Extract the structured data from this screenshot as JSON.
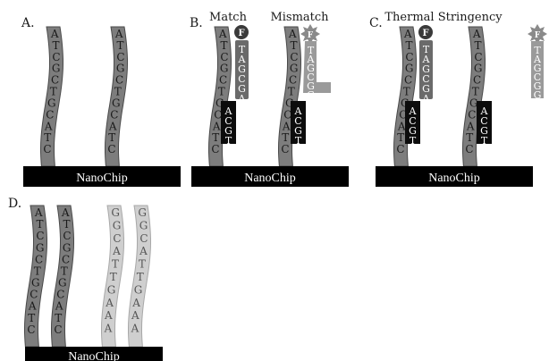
{
  "panels": [
    {
      "id": "A",
      "label": "A.",
      "chip_label": "NanoChip",
      "probes": [
        {
          "seq": [
            "A",
            "T",
            "C",
            "G",
            "C",
            "T",
            "G",
            "C",
            "A",
            "T",
            "C"
          ],
          "shade": "dark"
        },
        {
          "seq": [
            "A",
            "T",
            "C",
            "G",
            "C",
            "T",
            "G",
            "C",
            "A",
            "T",
            "C"
          ],
          "shade": "dark"
        }
      ],
      "captions": [],
      "targets": []
    },
    {
      "id": "B",
      "label": "B.",
      "chip_label": "NanoChip",
      "probes": [
        {
          "seq": [
            "A",
            "T",
            "C",
            "G",
            "C",
            "T",
            "G",
            "C",
            "A",
            "T",
            "C"
          ],
          "shade": "dark"
        },
        {
          "seq": [
            "A",
            "T",
            "C",
            "G",
            "C",
            "T",
            "G",
            "C",
            "A",
            "T",
            "C"
          ],
          "shade": "dark"
        }
      ],
      "captions": [
        "Match",
        "Mismatch"
      ],
      "targets": [
        {
          "label": "F",
          "seq": [
            "T",
            "A",
            "G",
            "C",
            "G",
            "A"
          ],
          "state": "bound"
        },
        {
          "label": "F",
          "seq": [
            "T",
            "A",
            "G",
            "C",
            "G",
            "G"
          ],
          "state": "mismatch"
        }
      ],
      "stabilizers": [
        {
          "seq": [
            "A",
            "C",
            "G",
            "T"
          ]
        },
        {
          "seq": [
            "A",
            "C",
            "G",
            "T"
          ]
        }
      ]
    },
    {
      "id": "C",
      "label": "C.",
      "chip_label": "NanoChip",
      "probes": [
        {
          "seq": [
            "A",
            "T",
            "C",
            "G",
            "C",
            "T",
            "G",
            "C",
            "A",
            "T",
            "C"
          ],
          "shade": "dark"
        },
        {
          "seq": [
            "A",
            "T",
            "C",
            "G",
            "C",
            "T",
            "G",
            "C",
            "A",
            "T",
            "C"
          ],
          "shade": "dark"
        }
      ],
      "captions": [
        "Thermal Stringency"
      ],
      "targets": [
        {
          "label": "F",
          "seq": [
            "T",
            "A",
            "G",
            "C",
            "G",
            "A"
          ],
          "state": "bound"
        },
        {
          "label": "F",
          "seq": [
            "T",
            "A",
            "G",
            "C",
            "G",
            "G"
          ],
          "state": "released"
        }
      ],
      "stabilizers": [
        {
          "seq": [
            "A",
            "C",
            "G",
            "T"
          ]
        },
        {
          "seq": [
            "A",
            "C",
            "G",
            "T"
          ]
        }
      ]
    },
    {
      "id": "D",
      "label": "D.",
      "chip_label": "NanoChip",
      "probes": [
        {
          "seq": [
            "A",
            "T",
            "C",
            "G",
            "C",
            "T",
            "G",
            "C",
            "A",
            "T",
            "C"
          ],
          "shade": "dark"
        },
        {
          "seq": [
            "A",
            "T",
            "C",
            "G",
            "C",
            "T",
            "G",
            "C",
            "A",
            "T",
            "C"
          ],
          "shade": "dark"
        },
        {
          "seq": [
            "G",
            "G",
            "C",
            "A",
            "T",
            "T",
            "G",
            "A",
            "A",
            "A"
          ],
          "shade": "light"
        },
        {
          "seq": [
            "G",
            "G",
            "C",
            "A",
            "T",
            "T",
            "G",
            "A",
            "A",
            "A"
          ],
          "shade": "light"
        }
      ],
      "captions": [],
      "targets": []
    }
  ],
  "colors": {
    "background": "#ffffff",
    "chip": "#000000",
    "chip_text": "#ffffff",
    "probe_dark": "#7d7d7d",
    "probe_dark_edge": "#4a4a4a",
    "probe_light": "#cfcfcf",
    "probe_light_edge": "#a8a8a8",
    "target": "#6a6a6a",
    "stabilizer": "#0c0c0c",
    "fluor": "#3a3a3a",
    "text": "#1a1a1a",
    "base_on_dark": "#1a1a1a",
    "base_on_light": "#555555",
    "base_on_black": "#ffffff"
  }
}
